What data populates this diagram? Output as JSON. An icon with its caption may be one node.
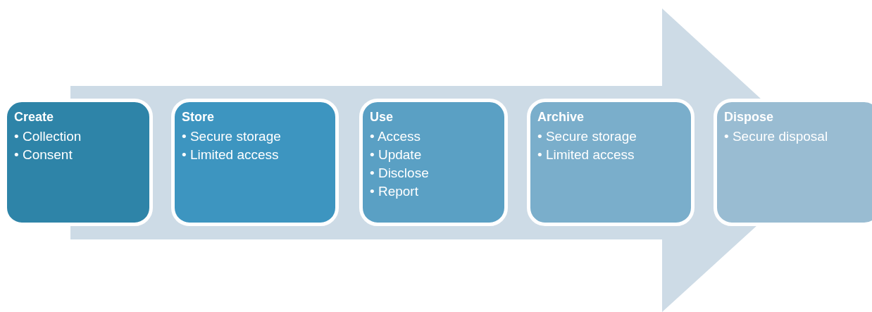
{
  "diagram": {
    "nodes": [
      {
        "text": [
          "Create",
          "• Collection",
          "• Consent"
        ]
      },
      {
        "text": [
          "Store",
          "• Secure storage",
          "• Limited access"
        ]
      },
      {
        "text": [
          "Use",
          "• Access",
          "• Update",
          "• Disclose",
          "• Report"
        ]
      },
      {
        "text": [
          "Archive",
          "• Secure storage",
          "• Limited access"
        ]
      },
      {
        "text": [
          "Dispose",
          "• Secure disposal"
        ]
      }
    ],
    "edges": [
      {
        "from": 0,
        "to": 4,
        "arrow": "to"
      }
    ]
  }
}
